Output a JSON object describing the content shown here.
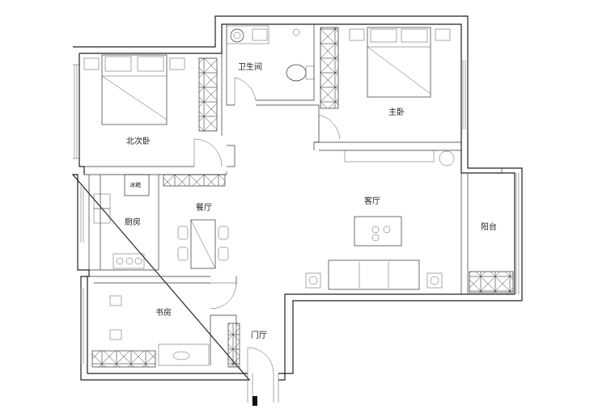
{
  "rooms": {
    "north_bedroom": "北次卧",
    "bathroom": "卫生间",
    "master_bedroom": "主卧",
    "kitchen": "厨房",
    "fridge": "冰箱",
    "dining": "餐厅",
    "living": "客厅",
    "balcony": "阳台",
    "study": "书房",
    "foyer": "门厅"
  },
  "icons": {
    "bed": "bed-icon",
    "cabinet": "wardrobe-icon",
    "toilet": "toilet-icon",
    "sink": "sink-icon",
    "stove": "stove-icon",
    "sofa": "sofa-icon",
    "table": "table-icon",
    "entrance": "entrance-marker-icon"
  },
  "colors": {
    "line": "#222222",
    "background": "#ffffff"
  }
}
